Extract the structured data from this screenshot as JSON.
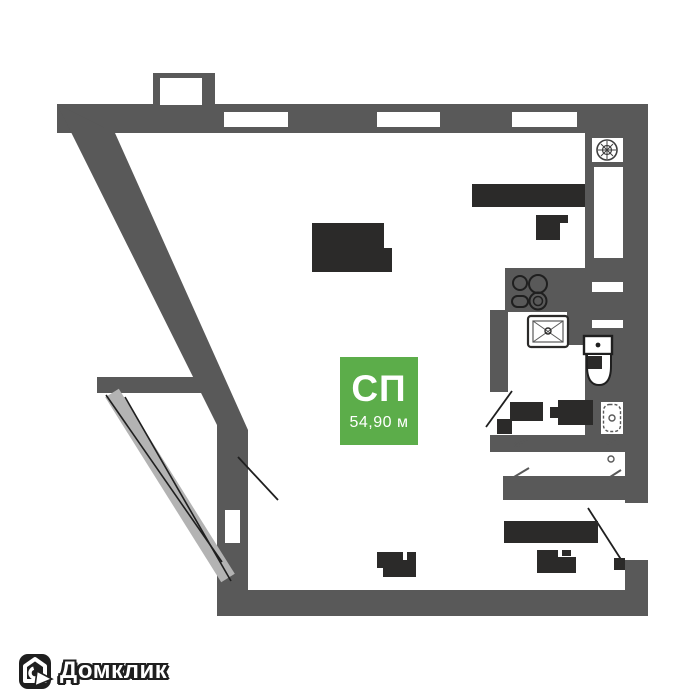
{
  "badge": {
    "label": "СП",
    "area": "54,90 м"
  },
  "watermark": {
    "brand": "Домклик"
  },
  "colors": {
    "background": "#FFFFFF",
    "wall_gray": "#595959",
    "furniture_dark": "#2B2A29",
    "railing_light": "#B3B3B3",
    "badge_green": "#5CAD4A",
    "badge_text": "#FFFFFF",
    "watermark_dark": "#1F1F1F"
  },
  "icons": {
    "fan": "fan-icon (circle with radial spokes)",
    "stove": "stove-burners-icon (4 rings)",
    "sink": "kitchen-sink-icon (square with cross)",
    "toilet": "toilet-icon (tank + bowl)",
    "shower": "shower-tray-icon (dashed square with drain)",
    "house_logo": "domclick-house-icon (white house on dark square)"
  }
}
